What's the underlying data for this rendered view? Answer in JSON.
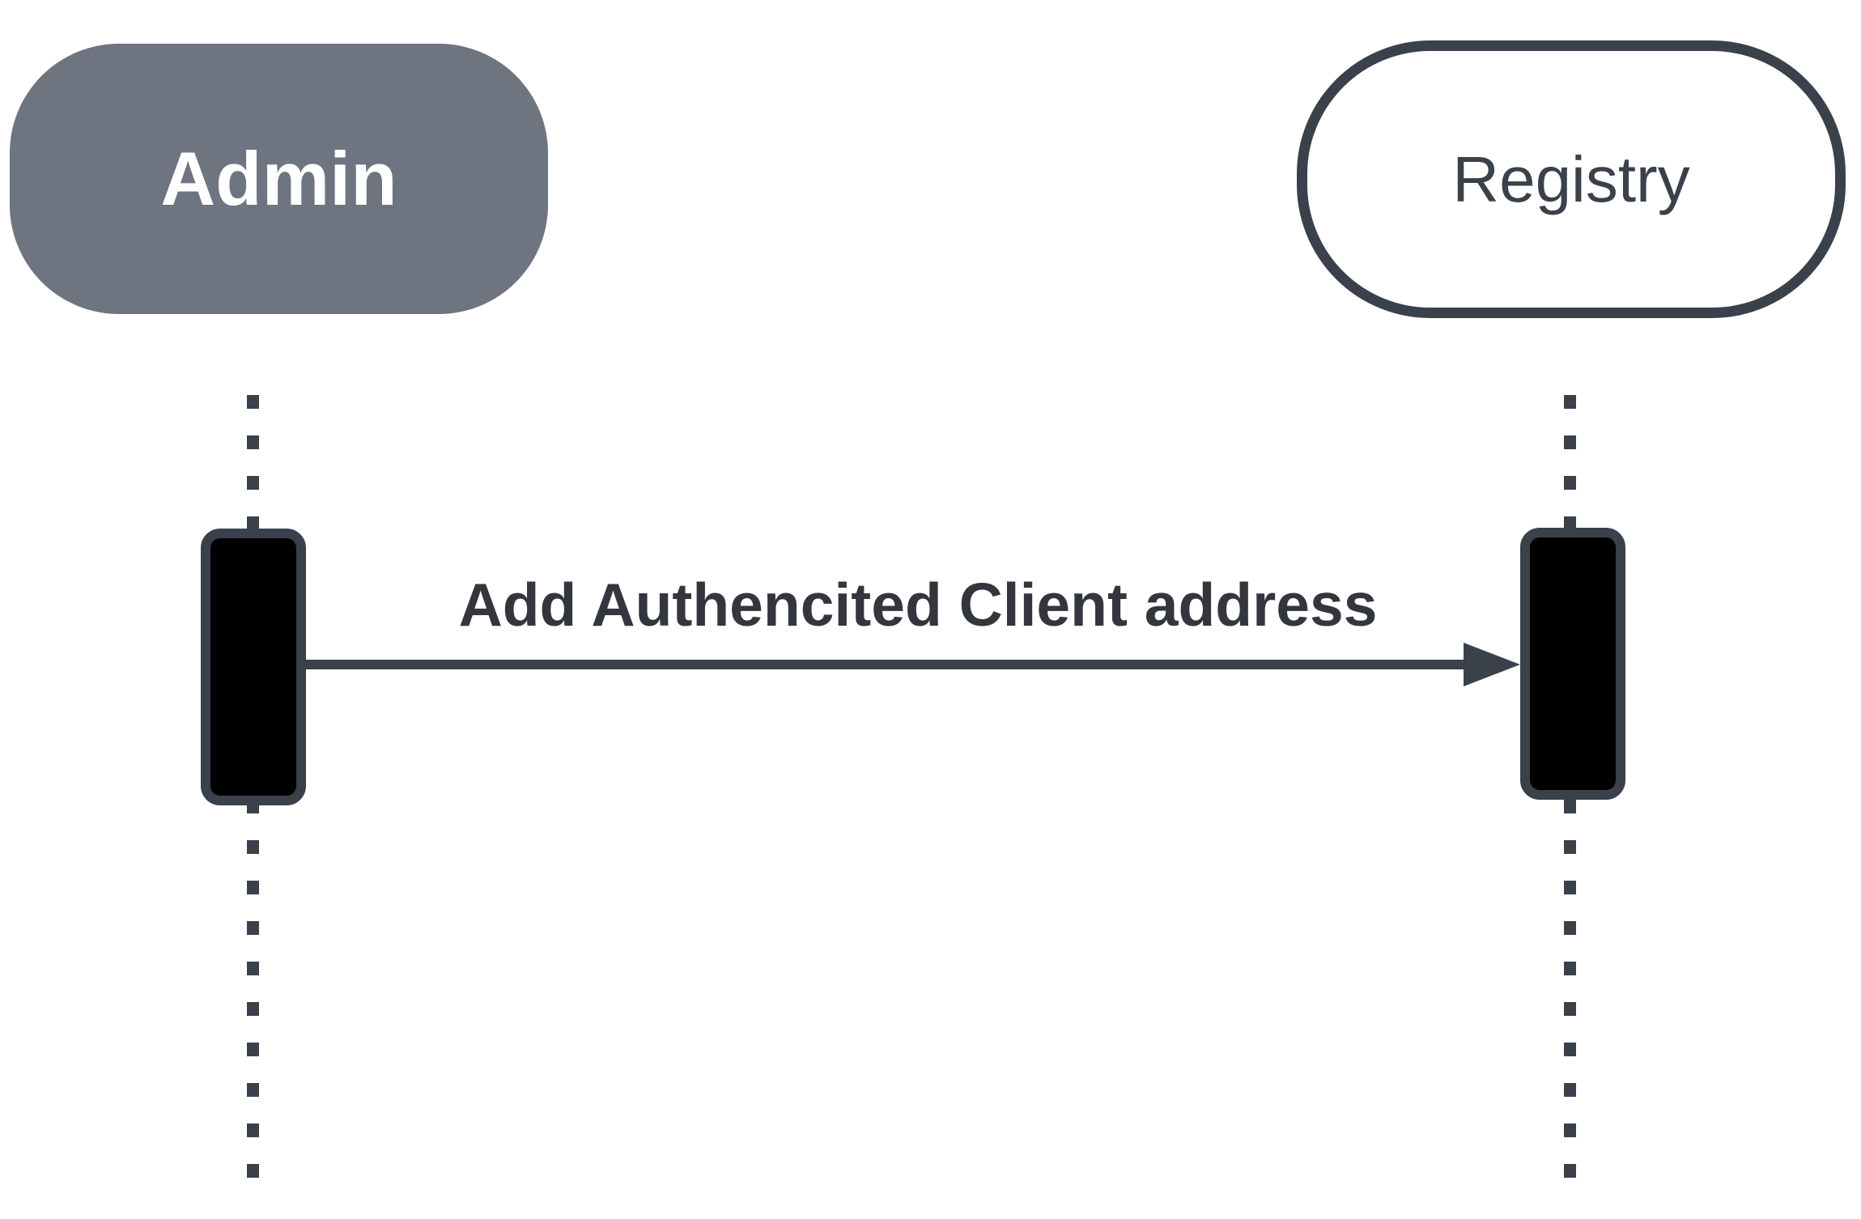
{
  "diagram_type": "sequence-diagram",
  "actors": [
    {
      "id": "admin",
      "label": "Admin",
      "shape": "rounded-pill",
      "fill": "#6e7480",
      "text_color": "#ffffff",
      "bold": true
    },
    {
      "id": "registry",
      "label": "Registry",
      "shape": "rounded-pill",
      "fill": "#ffffff",
      "border_color": "#3a414b",
      "text_color": "#3a414b",
      "bold": false
    }
  ],
  "messages": [
    {
      "from": "Admin",
      "to": "Registry",
      "label": "Add Authencited Client address",
      "arrow_style": "solid-line-filled-head",
      "direction": "right"
    }
  ],
  "lifelines": [
    {
      "actor": "admin",
      "style": "dashed"
    },
    {
      "actor": "registry",
      "style": "dashed"
    }
  ],
  "activations": [
    {
      "actor": "admin",
      "fill": "#000000",
      "border_color": "#3a414b"
    },
    {
      "actor": "registry",
      "fill": "#000000",
      "border_color": "#3a414b"
    }
  ],
  "colors": {
    "background": "#ffffff",
    "line": "#3a414b",
    "activation_fill": "#000000",
    "message_text": "#33373d"
  }
}
